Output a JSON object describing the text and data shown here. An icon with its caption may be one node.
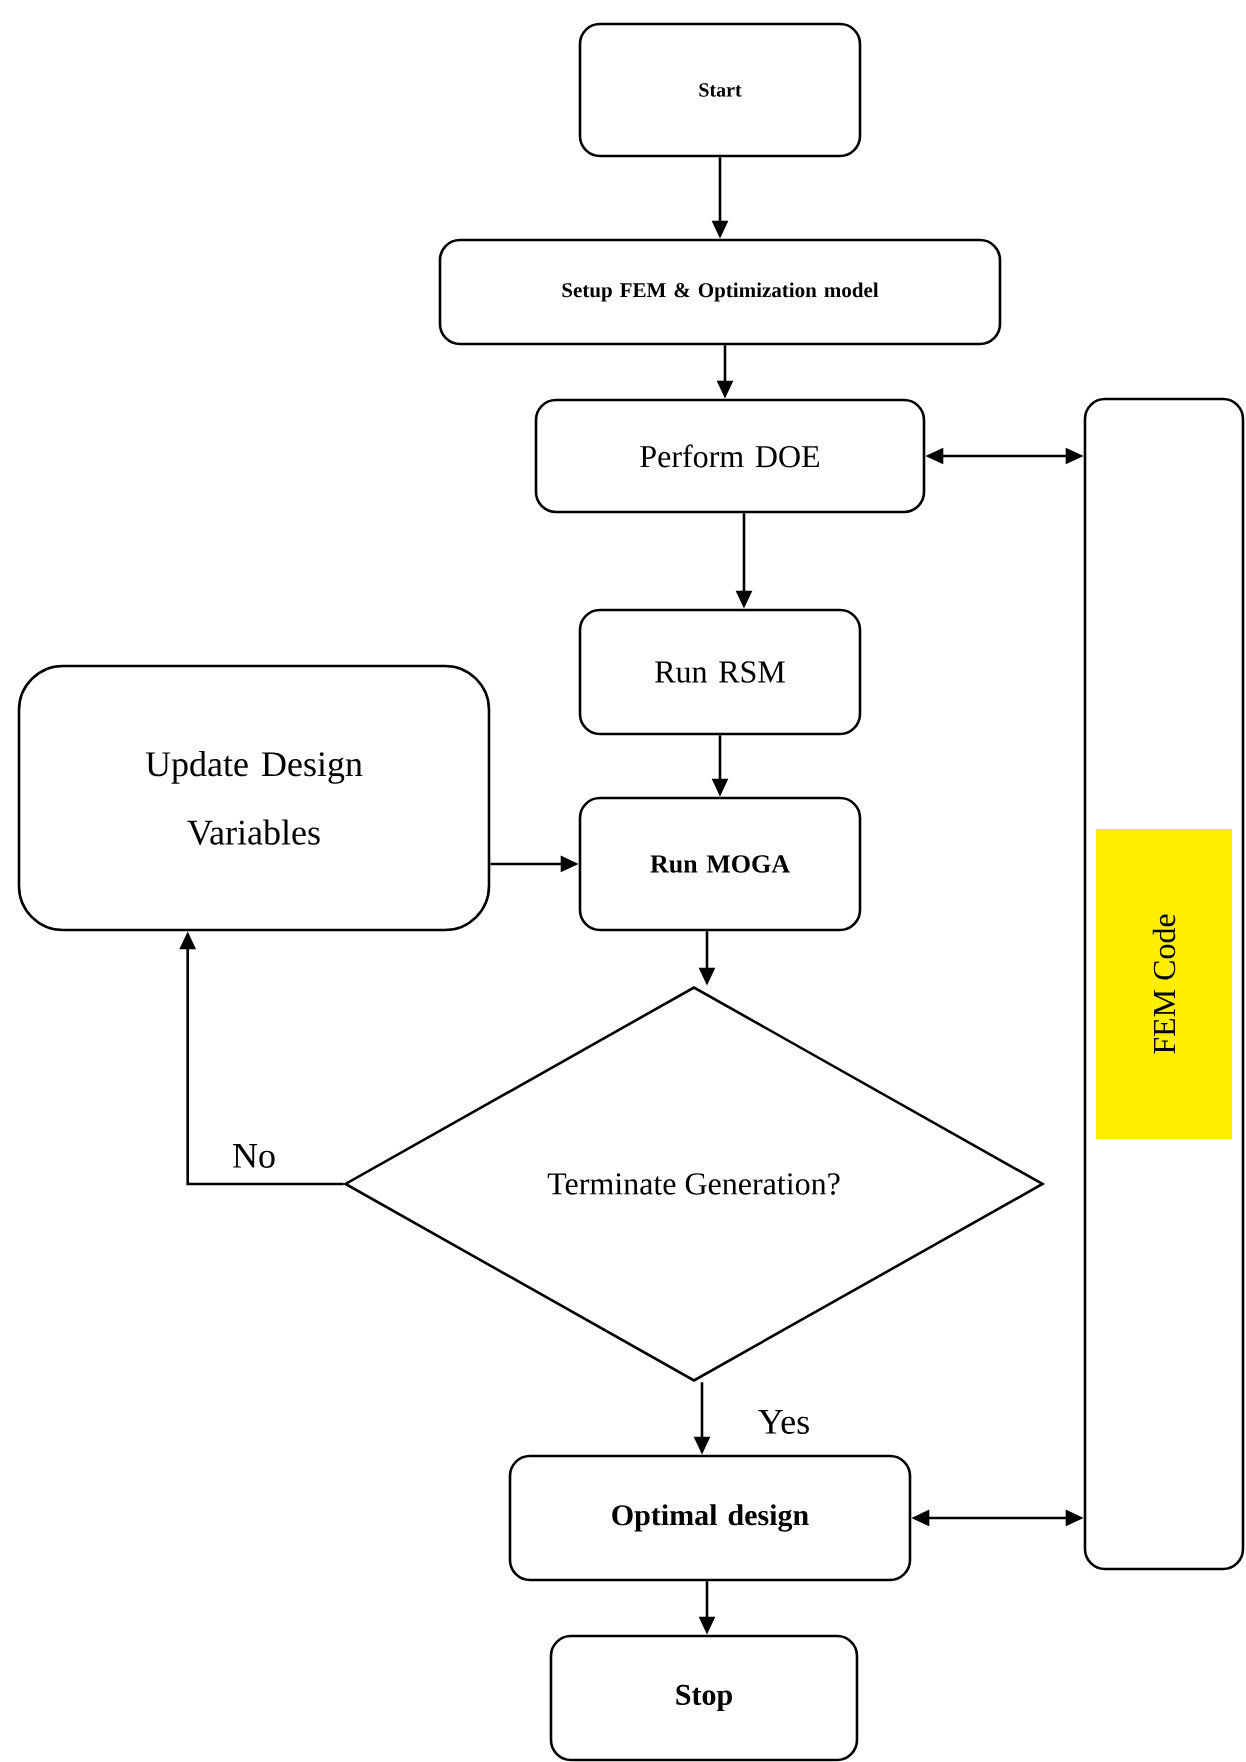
{
  "diagram": {
    "nodes": [
      {
        "text": [
          "Start"
        ]
      },
      {
        "text": [
          "Setup FEM & Optimization model"
        ]
      },
      {
        "text": [
          "Perform DOE"
        ]
      },
      {
        "text": [
          "Run RSM"
        ]
      },
      {
        "text": [
          "Update Design Variables"
        ]
      },
      {
        "text": [
          "Run MOGA"
        ]
      },
      {
        "text": [
          "Terminate Generation?"
        ]
      },
      {
        "text": [
          "Optimal design"
        ]
      },
      {
        "text": [
          "Stop"
        ]
      },
      {
        "text": [
          "FEM Code"
        ]
      }
    ],
    "edges": [
      {
        "from": 0,
        "to": 1,
        "arrow": "to"
      },
      {
        "from": 1,
        "to": 2,
        "arrow": "to"
      },
      {
        "from": 2,
        "to": 9,
        "arrow": "both"
      },
      {
        "from": 2,
        "to": 3,
        "arrow": "to"
      },
      {
        "from": 3,
        "to": 5,
        "arrow": "to"
      },
      {
        "from": 4,
        "to": 5,
        "arrow": "to"
      },
      {
        "from": 5,
        "to": 6,
        "arrow": "to"
      },
      {
        "from": 6,
        "to": 4,
        "arrow": "to",
        "label": "No"
      },
      {
        "from": 6,
        "to": 7,
        "arrow": "to",
        "label": "Yes"
      },
      {
        "from": 7,
        "to": 9,
        "arrow": "both"
      },
      {
        "from": 7,
        "to": 8,
        "arrow": "to"
      }
    ]
  }
}
